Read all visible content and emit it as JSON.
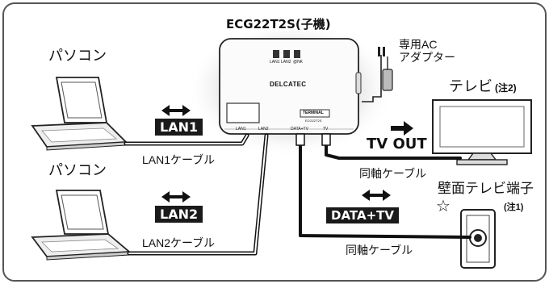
{
  "device": {
    "title": "ECG22T2S(子機)",
    "brand": "DELCATEC",
    "port_labels": [
      "LAN1",
      "LAN2",
      "@NK"
    ],
    "terminal_label": "TERMINAL",
    "model_small": "ECG22T2S",
    "bottom_ports": [
      "LAN1",
      "LAN2",
      "DATA+TV",
      "TV"
    ]
  },
  "adapter": {
    "label_line1": "専用AC",
    "label_line2": "アダプター"
  },
  "pc1": {
    "label": "パソコン"
  },
  "pc2": {
    "label": "パソコン"
  },
  "badges": {
    "lan1": "LAN1",
    "lan2": "LAN2",
    "tv_out": "TV OUT",
    "data_tv": "DATA+TV"
  },
  "cables": {
    "lan1": "LAN1ケーブル",
    "lan2": "LAN2ケーブル",
    "coax_tv": "同軸ケーブル",
    "coax_wall": "同軸ケーブル"
  },
  "tv": {
    "label": "テレビ",
    "note": "(注2)"
  },
  "wall": {
    "label": "壁面テレビ端子",
    "star": "☆",
    "note": "(注1)"
  },
  "colors": {
    "badge_bg": "#1a1a1a",
    "line": "#111111",
    "frame": "#555555"
  }
}
